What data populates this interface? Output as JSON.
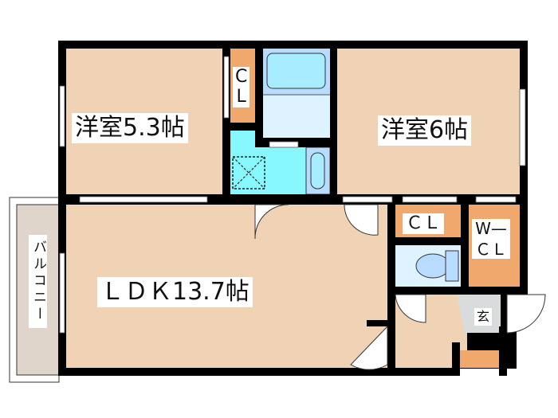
{
  "floor_plan": {
    "type": "apartment-1LDK+",
    "colors": {
      "wall": "#000000",
      "room_floor": "#f0d3b4",
      "closet": "#f0a86c",
      "bathroom": "#dff2ff",
      "bathtub": "#a8ecff",
      "washroom": "#88f8ff",
      "fixture": "#b8dcff",
      "balcony": "#dfd5cb",
      "entrance": "#d8dcdc",
      "door_swing": "#ffffff"
    },
    "rooms": [
      {
        "id": "western-room-1",
        "label": "洋室5.3帖"
      },
      {
        "id": "western-room-2",
        "label": "洋室6帖"
      },
      {
        "id": "ldk",
        "label": "ＬＤＫ13.7帖"
      },
      {
        "id": "closet-1",
        "label_line1": "C",
        "label_line2": "L"
      },
      {
        "id": "closet-2",
        "label": "ＣＬ"
      },
      {
        "id": "walk-in-closet",
        "label_line1": "W—",
        "label_line2": "ＣＬ"
      },
      {
        "id": "balcony",
        "label": "バルコニー"
      },
      {
        "id": "entrance",
        "label": "玄"
      }
    ]
  }
}
